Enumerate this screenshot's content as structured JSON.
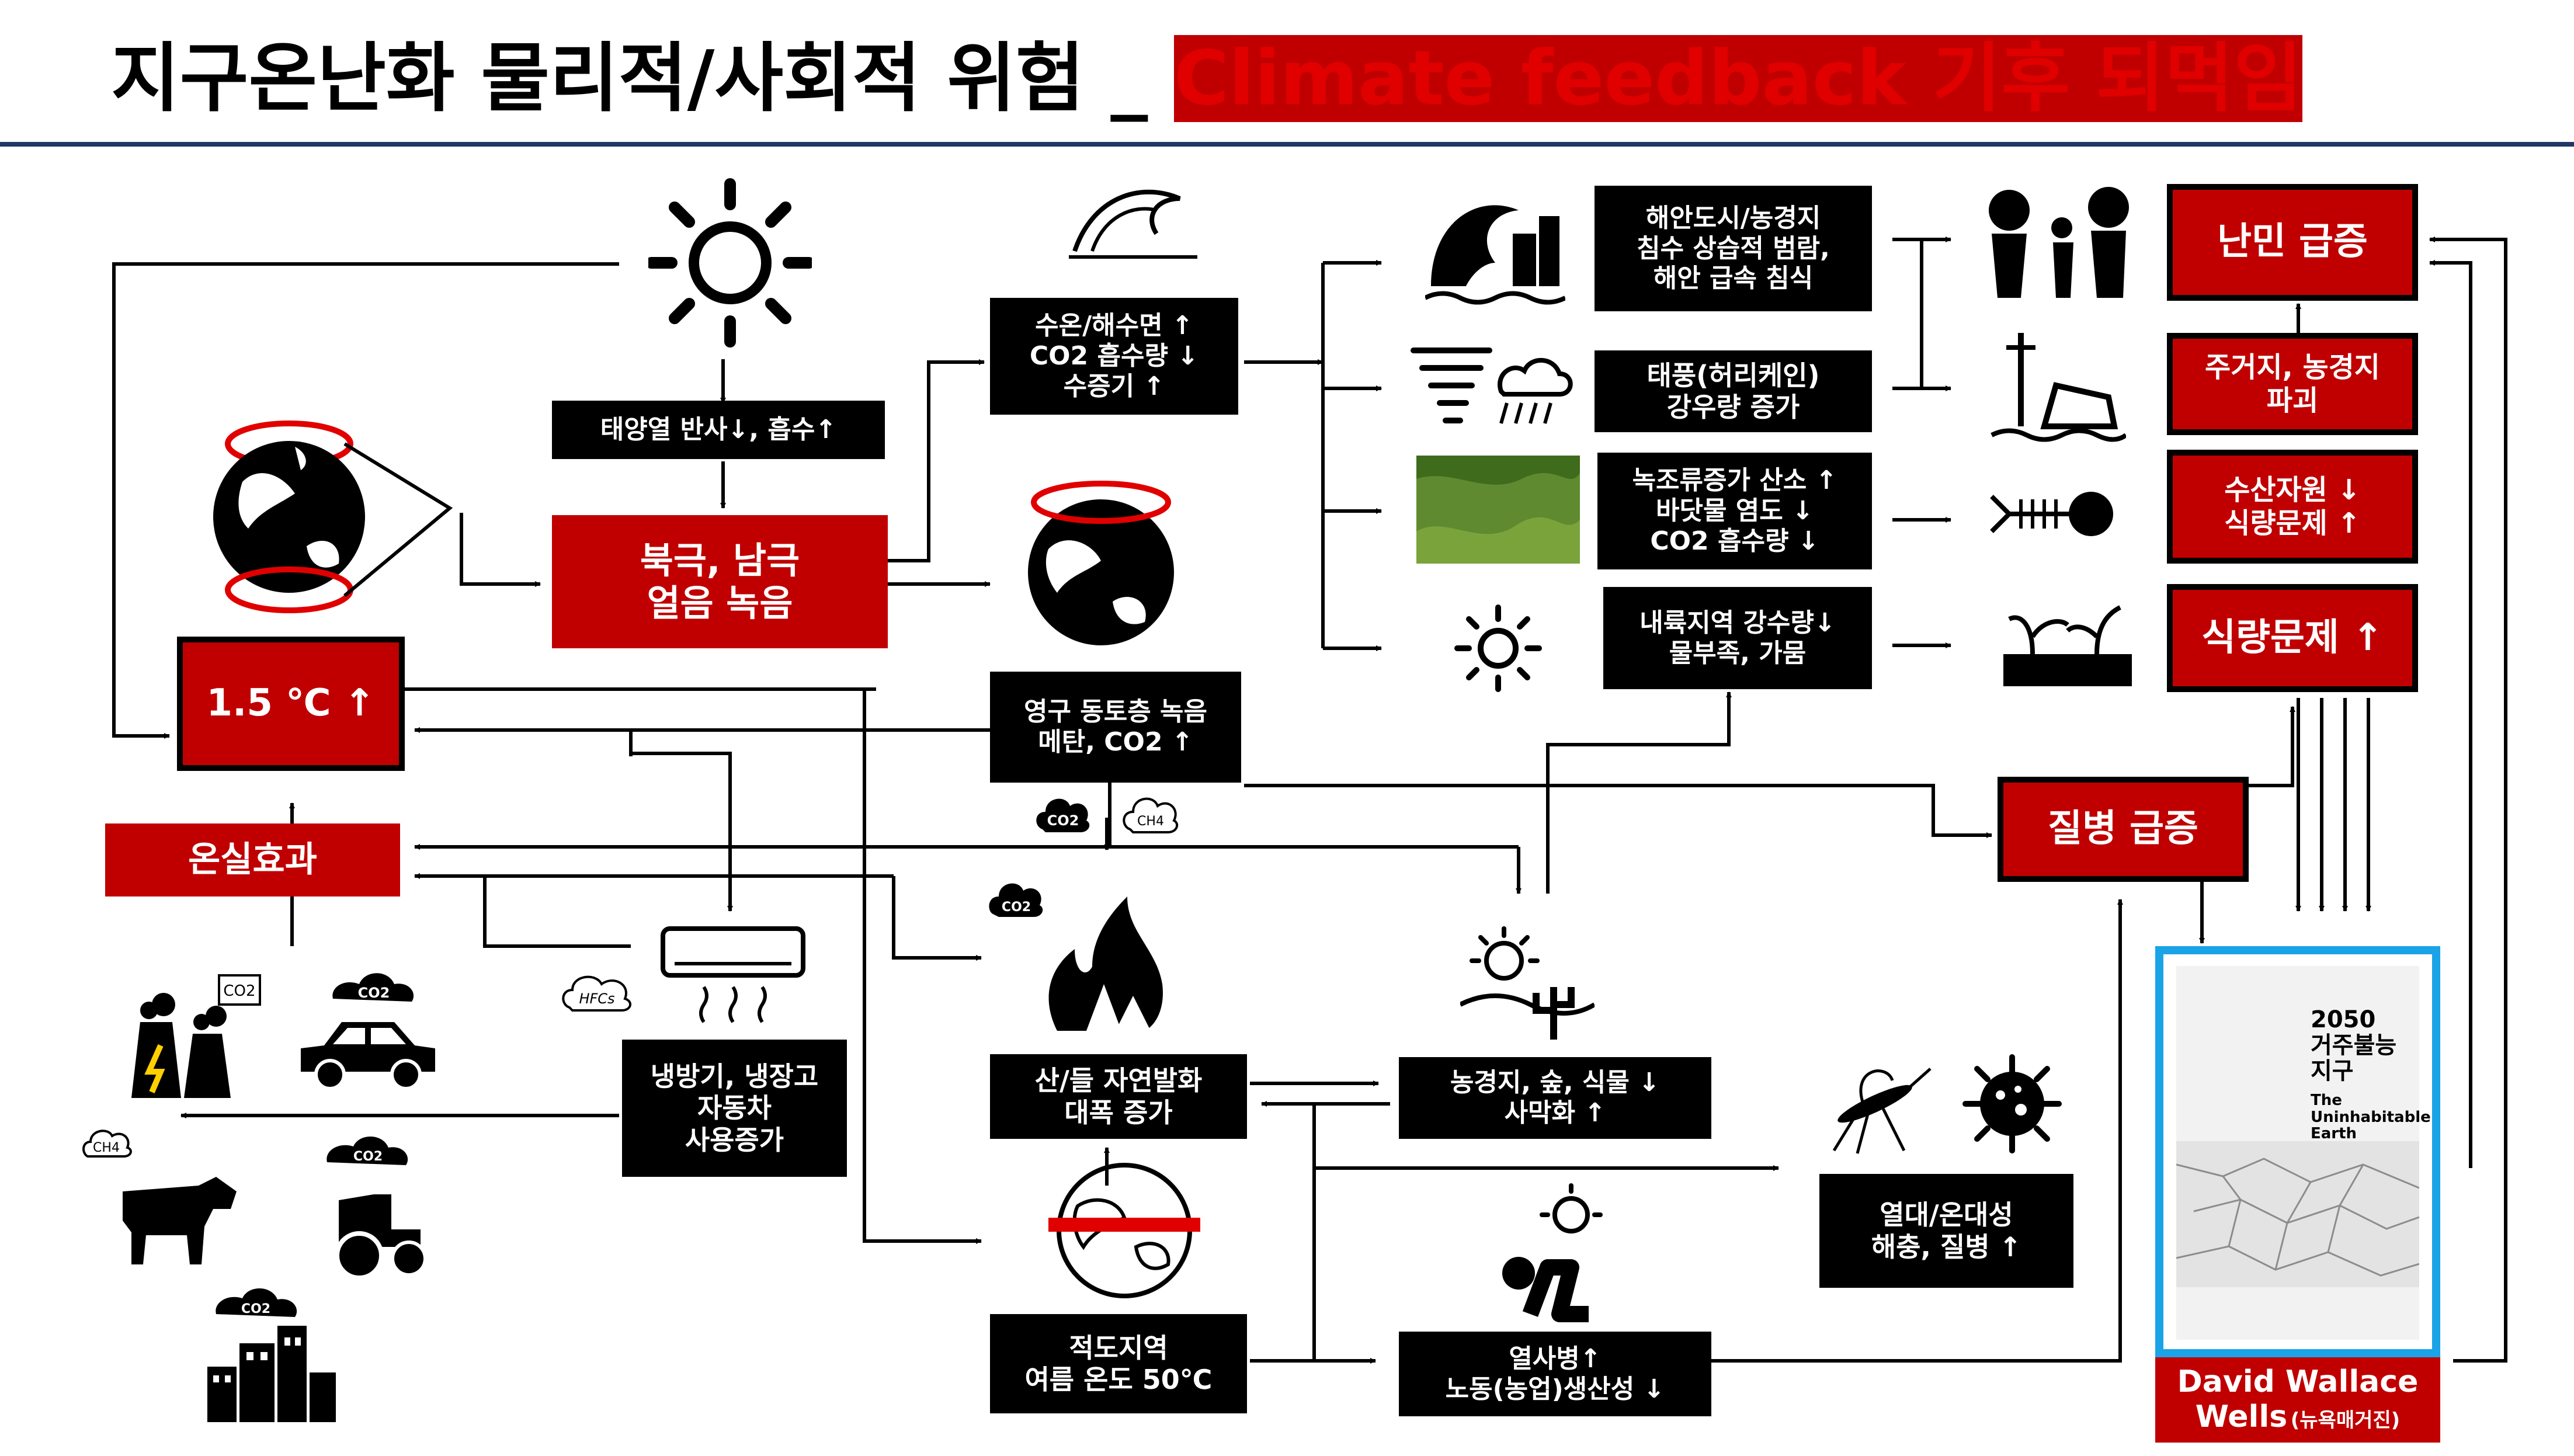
{
  "title": {
    "main": "지구온난화 물리적/사회적 위험 _ ",
    "highlight": "Climate feedback 기후 되먹임"
  },
  "colors": {
    "accent_red": "#c00000",
    "title_red": "#e00000",
    "rule": "#1f3864",
    "book_border": "#1aa3e6"
  },
  "boxes": {
    "solar": "태양열 반사↓, 흡수↑",
    "polar": "북극, 남극\n얼음 녹음",
    "temp": "1.5 ℃ ↑",
    "greenhouse": "온실효과",
    "ocean": "수온/해수면 ↑\nCO2 흡수량 ↓\n수증기 ↑",
    "permafrost": "영구 동토층 녹음\n메탄, CO2 ↑",
    "coastal": "해안도시/농경지\n침수 상습적 범람,\n해안 급속 침식",
    "typhoon": "태풍(허리케인)\n강우량 증가",
    "algae": "녹조류증가 산소 ↑\n바닷물 염도 ↓\nCO2 흡수량 ↓",
    "drought": "내륙지역 강수량↓\n물부족, 가뭄",
    "refugee": "난민 급증",
    "housing": "주거지, 농경지\n파괴",
    "fishery": "수산자원 ↓\n식량문제 ↑",
    "food": "식량문제 ↑",
    "disease": "질병 급증",
    "appliance": "냉방기, 냉장고\n자동차\n사용증가",
    "wildfire": "산/들 자연발화\n대폭 증가",
    "desert": "농경지, 숲, 식물 ↓\n사막화 ↑",
    "equator": "적도지역\n여름 온도 50℃",
    "tropical": "열대/온대성\n해충, 질병 ↑",
    "heat": "열사병↑\n노동(농업)생산성 ↓"
  },
  "gas_labels": {
    "co2": "CO2",
    "ch4": "CH4",
    "hfcs": "HFCs"
  },
  "book": {
    "title_ko": "2050\n거주불능\n지구",
    "title_en": "The\nUninhabitable\nEarth",
    "author_line1": "David Wallace",
    "author_line2": "Wells",
    "author_note": "(뉴욕매거진)"
  },
  "icons": [
    "sun-icon",
    "wave-icon",
    "globe-icon",
    "tsunami-city-icon",
    "tornado-icon",
    "storm-cloud-icon",
    "algae-photo",
    "small-sun-icon",
    "refugee-icon",
    "flood-house-icon",
    "dead-fish-icon",
    "drought-plant-icon",
    "air-conditioner-icon",
    "fire-forest-icon",
    "desert-cactus-icon",
    "hot-globe-icon",
    "heatstroke-person-icon",
    "mosquito-icon",
    "virus-icon",
    "factory-icon",
    "car-icon",
    "cow-icon",
    "tractor-icon",
    "city-icon"
  ]
}
